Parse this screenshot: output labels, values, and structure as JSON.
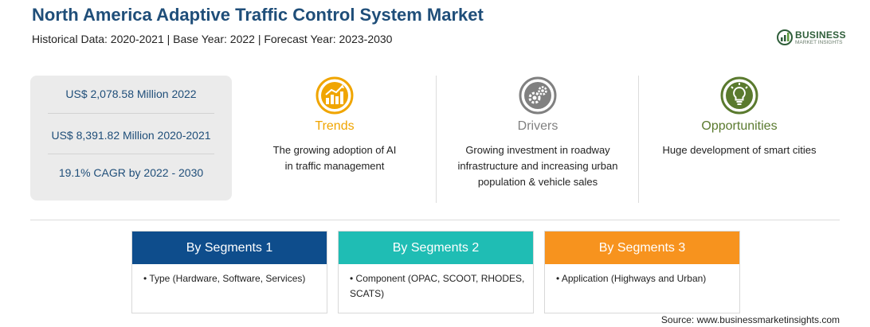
{
  "header": {
    "title": "North America Adaptive Traffic Control System Market",
    "subtitle": "Historical Data: 2020-2021 | Base Year: 2022 | Forecast Year: 2023-2030"
  },
  "logo": {
    "word": "BUSINESS",
    "sub": "MARKET INSIGHTS"
  },
  "stats": [
    "US$ 2,078.58 Million 2022",
    "US$ 8,391.82 Million 2020-2021",
    "19.1% CAGR by 2022 - 2030"
  ],
  "columns": [
    {
      "icon": "trend-chart-icon",
      "heading": "Trends",
      "color": "#f0a500",
      "text": "The growing adoption of AI in traffic management"
    },
    {
      "icon": "gears-icon",
      "heading": "Drivers",
      "color": "#808080",
      "text": "Growing investment in roadway infrastructure and increasing urban population & vehicle sales"
    },
    {
      "icon": "lightbulb-icon",
      "heading": "Opportunities",
      "color": "#5a7a2e",
      "text": "Huge development of smart cities"
    }
  ],
  "segments": [
    {
      "title": "By Segments 1",
      "color": "#0e4d8c",
      "item": "• Type (Hardware, Software, Services)"
    },
    {
      "title": "By Segments 2",
      "color": "#1fbdb4",
      "item": "• Component (OPAC, SCOOT, RHODES, SCATS)"
    },
    {
      "title": "By Segments 3",
      "color": "#f7931e",
      "item": "• Application (Highways and Urban)"
    }
  ],
  "source": "Source: www.businessmarketinsights.com"
}
